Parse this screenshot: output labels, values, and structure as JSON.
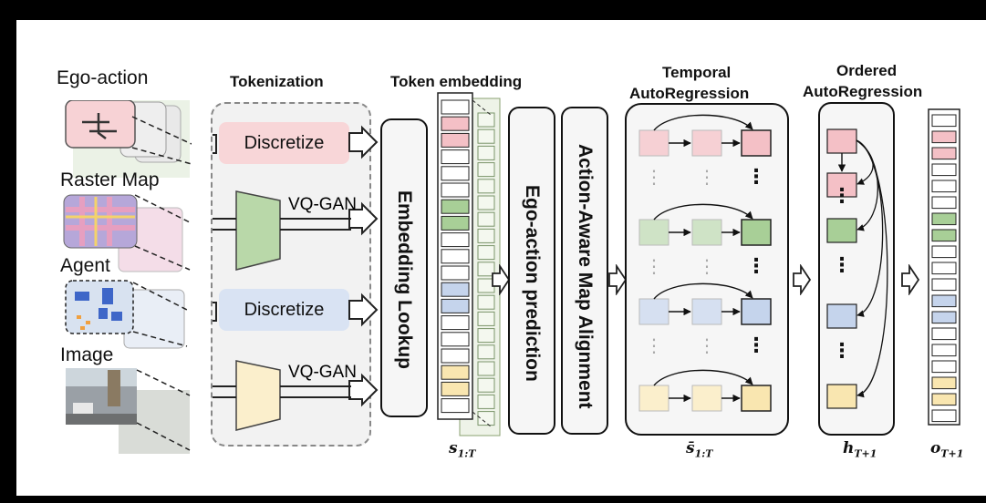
{
  "inputs": {
    "ego_action": "Ego-action",
    "raster_map": "Raster Map",
    "agent": "Agent",
    "image": "Image"
  },
  "headers": {
    "tokenization": "Tokenization",
    "token_embedding": "Token embedding",
    "temporal": "Temporal",
    "temporal_ar": "AutoRegression",
    "ordered": "Ordered",
    "ordered_ar": "AutoRegression"
  },
  "tokenizers": {
    "discretize_top": "Discretize",
    "vqgan_top": "VQ-GAN",
    "discretize_bottom": "Discretize",
    "vqgan_bottom": "VQ-GAN"
  },
  "modules": {
    "embedding_lookup": "Embedding Lookup",
    "ego_action_prediction": "Ego-action prediction",
    "map_alignment": "Action-Aware Map Alignment"
  },
  "math": {
    "s_base": "s",
    "s_sub": "1:T",
    "sbar_base": "s̄",
    "sbar_sub": "1:T",
    "h_base": "h",
    "h_sub": "T+1",
    "o_base": "o",
    "o_sub": "T+1"
  },
  "ellipsis": "⋮",
  "colors": {
    "red": "#f6d0d4",
    "red_strong": "#f4c0c6",
    "green": "#cfe3c6",
    "green_strong": "#a8cf97",
    "blue": "#d6e0f1",
    "blue_strong": "#c5d4ec",
    "yellow": "#fbefcc",
    "yellow_strong": "#f9e6b0",
    "box_bg": "#f6f6f6"
  },
  "token_column": [
    "white",
    "red",
    "red",
    "white",
    "white",
    "white",
    "green",
    "green",
    "white",
    "white",
    "white",
    "blue",
    "blue",
    "white",
    "white",
    "white",
    "yellow",
    "yellow",
    "white"
  ]
}
